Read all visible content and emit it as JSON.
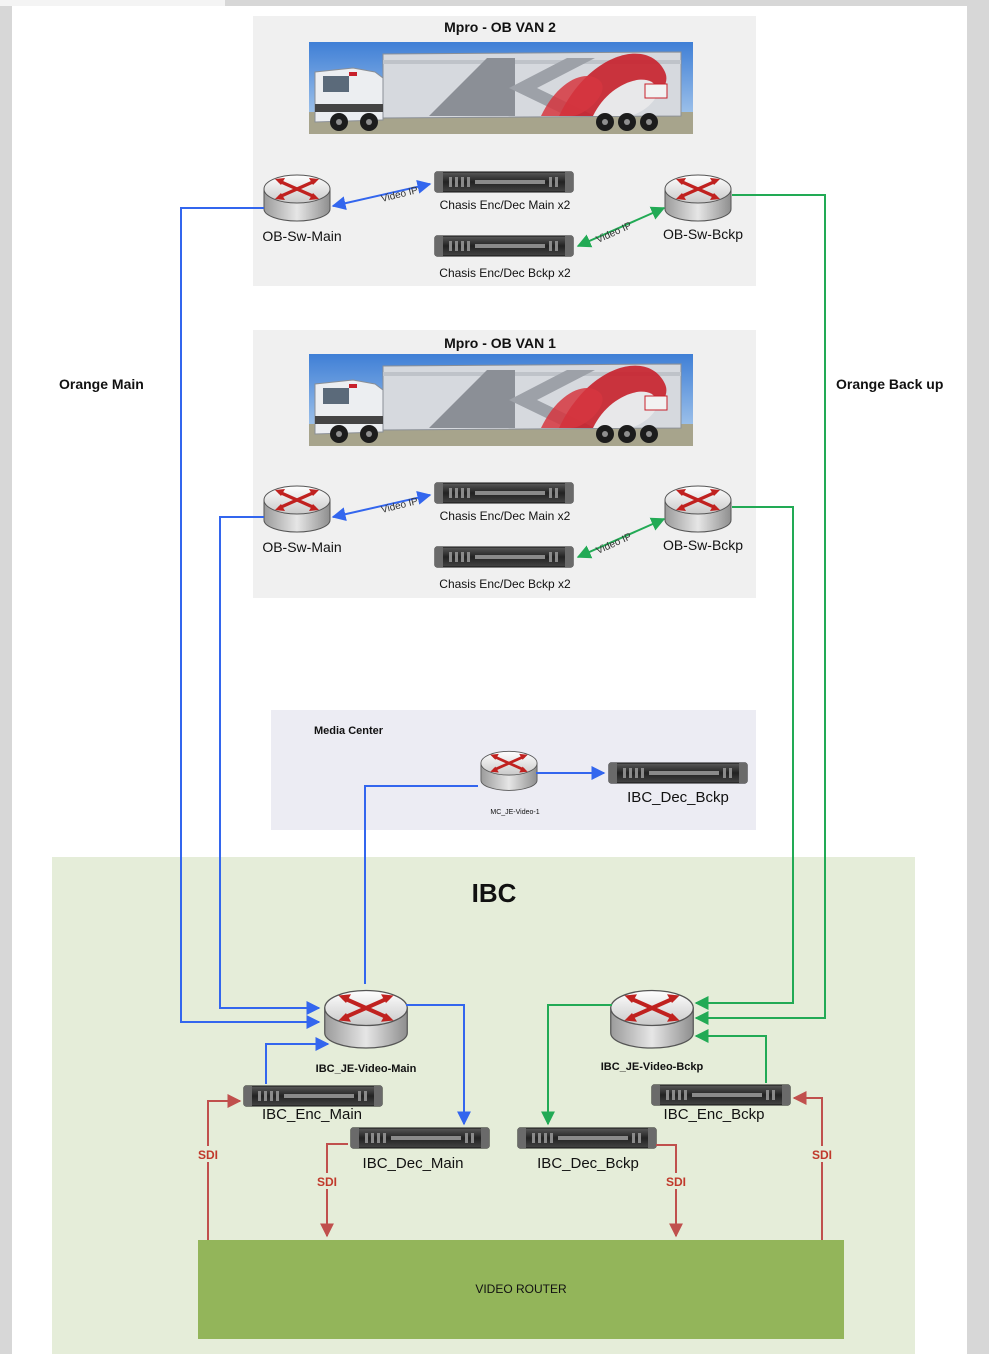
{
  "colors": {
    "main_link": "#3366ee",
    "backup_link": "#22aa55",
    "sdi_link": "#c0504d",
    "ibc_zone": "#e5edd9",
    "video_router": "#93b55a",
    "media_center": "#ececf3",
    "ob_van_panel": "#f0f0f0"
  },
  "labels": {
    "orange_main": "Orange Main",
    "orange_backup": "Orange Back up",
    "ibc": "IBC"
  },
  "ob_van_2": {
    "title": "Mpro - OB VAN 2",
    "sw_main": "OB-Sw-Main",
    "sw_bckp": "OB-Sw-Bckp",
    "chassis_main": "Chasis Enc/Dec Main x2",
    "chassis_bckp": "Chasis Enc/Dec Bckp x2",
    "video_ip_main": "Video IP",
    "video_ip_bckp": "Video IP"
  },
  "ob_van_1": {
    "title": "Mpro - OB VAN 1",
    "sw_main": "OB-Sw-Main",
    "sw_bckp": "OB-Sw-Bckp",
    "chassis_main": "Chasis Enc/Dec Main x2",
    "chassis_bckp": "Chasis Enc/Dec Bckp x2",
    "video_ip_main": "Video IP",
    "video_ip_bckp": "Video IP"
  },
  "media_center": {
    "title": "Media Center",
    "switch": "MC_JE-Video-1",
    "decoder": "IBC_Dec_Bckp"
  },
  "ibc": {
    "sw_main": "IBC_JE-Video-Main",
    "sw_bckp": "IBC_JE-Video-Bckp",
    "enc_main": "IBC_Enc_Main",
    "dec_main": "IBC_Dec_Main",
    "dec_bckp": "IBC_Dec_Bckp",
    "enc_bckp": "IBC_Enc_Bckp",
    "video_router": "VIDEO ROUTER",
    "sdi": "SDI"
  }
}
